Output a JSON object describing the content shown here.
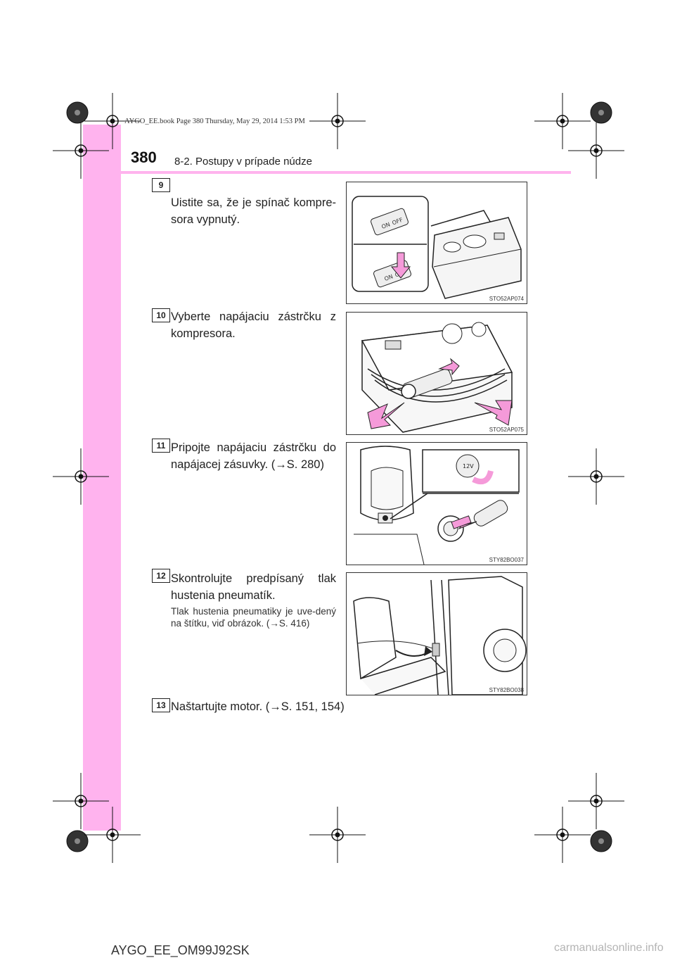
{
  "header": {
    "page_number": "380",
    "section_title": "8-2. Postupy v prípade núdze",
    "book_info": "AYGO_EE.book  Page 380  Thursday, May 29, 2014  1:53 PM"
  },
  "steps": [
    {
      "number": "9",
      "text": "Uistite sa, že je spínač kompre-sora vypnutý.",
      "figure_code": "STO52AP074"
    },
    {
      "number": "10",
      "text": "Vyberte napájaciu zástrčku z kompresora.",
      "figure_code": "STO52AP075"
    },
    {
      "number": "11",
      "text": "Pripojte napájaciu zástrčku do napájacej zásuvky. (→S. 280)",
      "figure_code": "STY82BO037"
    },
    {
      "number": "12",
      "text": "Skontrolujte predpísaný tlak hustenia pneumatík.",
      "subtext": "Tlak hustenia pneumatiky je uve-dený na štítku, viď obrázok. (→S. 416)",
      "figure_code": "STY82BO038"
    },
    {
      "number": "13",
      "text": "Naštartujte motor. (→S. 151, 154)"
    }
  ],
  "figure_labels": {
    "switch_on": "ON",
    "switch_off": "OFF",
    "socket_voltage": "12V"
  },
  "footer": {
    "code": "AYGO_EE_OM99J92SK",
    "site": "carmanualsonline.info"
  },
  "colors": {
    "accent_pink": "#ffb3ee",
    "arrow_pink": "#f59ad9"
  }
}
